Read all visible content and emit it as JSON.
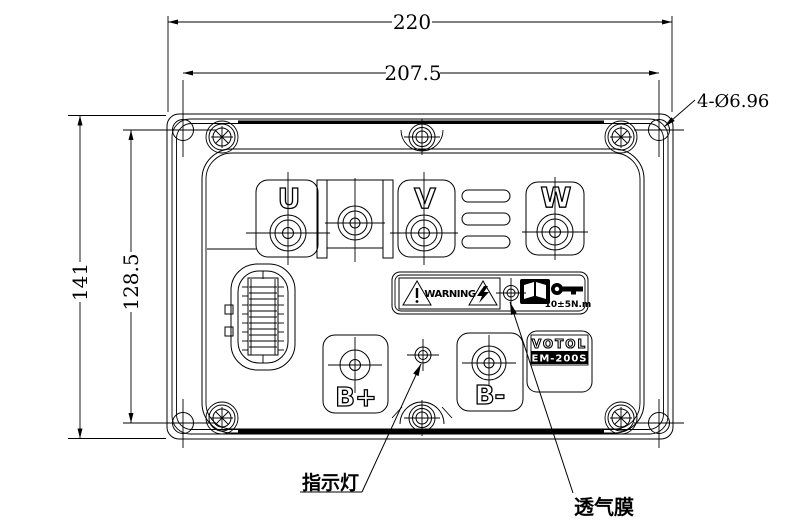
{
  "dimensions": {
    "overall_width": "220",
    "mount_hole_span_width": "207.5",
    "overall_height": "141",
    "mount_hole_span_height": "128.5",
    "mounting_holes": "4-Ø6.96"
  },
  "terminals": {
    "u": "U",
    "v": "V",
    "w": "W",
    "b_plus": "B+",
    "b_minus": "B-"
  },
  "warning_label": {
    "warning_text": "WARNING",
    "torque_text": "10±5N.m"
  },
  "logo": {
    "brand": "VOTOL",
    "model": "EM-200S"
  },
  "callouts": {
    "indicator_light": "指示灯",
    "vent_membrane": "透气膜"
  },
  "colors": {
    "line": "#000000",
    "background": "#ffffff"
  }
}
